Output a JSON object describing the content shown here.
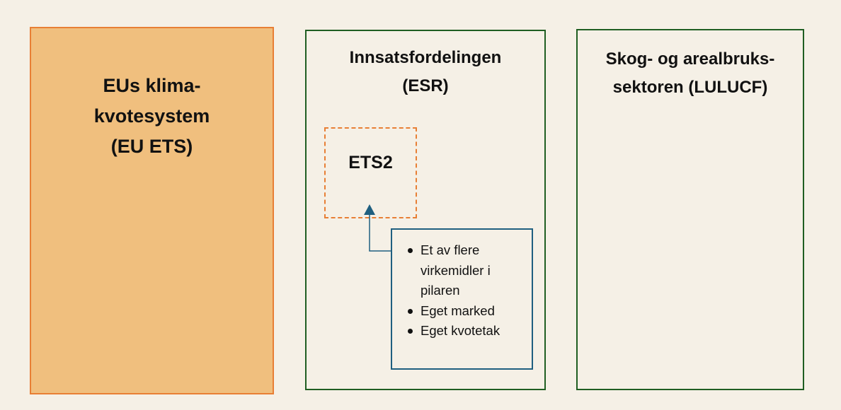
{
  "pillars": [
    {
      "id": "ets",
      "title": "EUs klima-\nkvotesystem\n(EU ETS)",
      "fill": "#f0bf7e",
      "border": "#e87f35"
    },
    {
      "id": "esr",
      "title": "Innsatsfordelingen\n(ESR)",
      "fill": "#f5f0e6",
      "border": "#1f5e22"
    },
    {
      "id": "lulucf",
      "title": "Skog- og arealbruks-\nsektoren (LULUCF)",
      "fill": "#f5f0e6",
      "border": "#1f5e22"
    }
  ],
  "ets2": {
    "label": "ETS2",
    "border": "#e87f35"
  },
  "info": {
    "border": "#1f5f80",
    "items": [
      "Et av flere virkemidler i pilaren",
      "Eget marked",
      "Eget kvotetak"
    ]
  },
  "connector_color": "#1f5f80"
}
